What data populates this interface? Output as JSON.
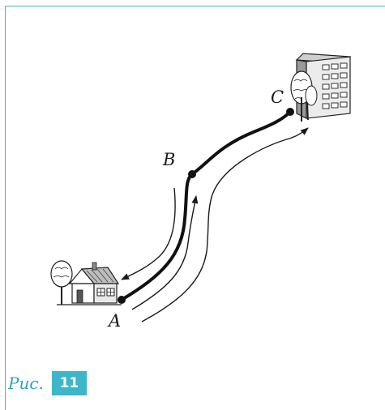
{
  "points": {
    "a": "A",
    "b": "B",
    "c": "C"
  },
  "caption": {
    "prefix": "Рис.",
    "number": "11"
  },
  "colors": {
    "accent": "#3cb6c8",
    "path": "#111111"
  },
  "icons": [
    "house-icon",
    "building-icon",
    "tree-icon"
  ]
}
